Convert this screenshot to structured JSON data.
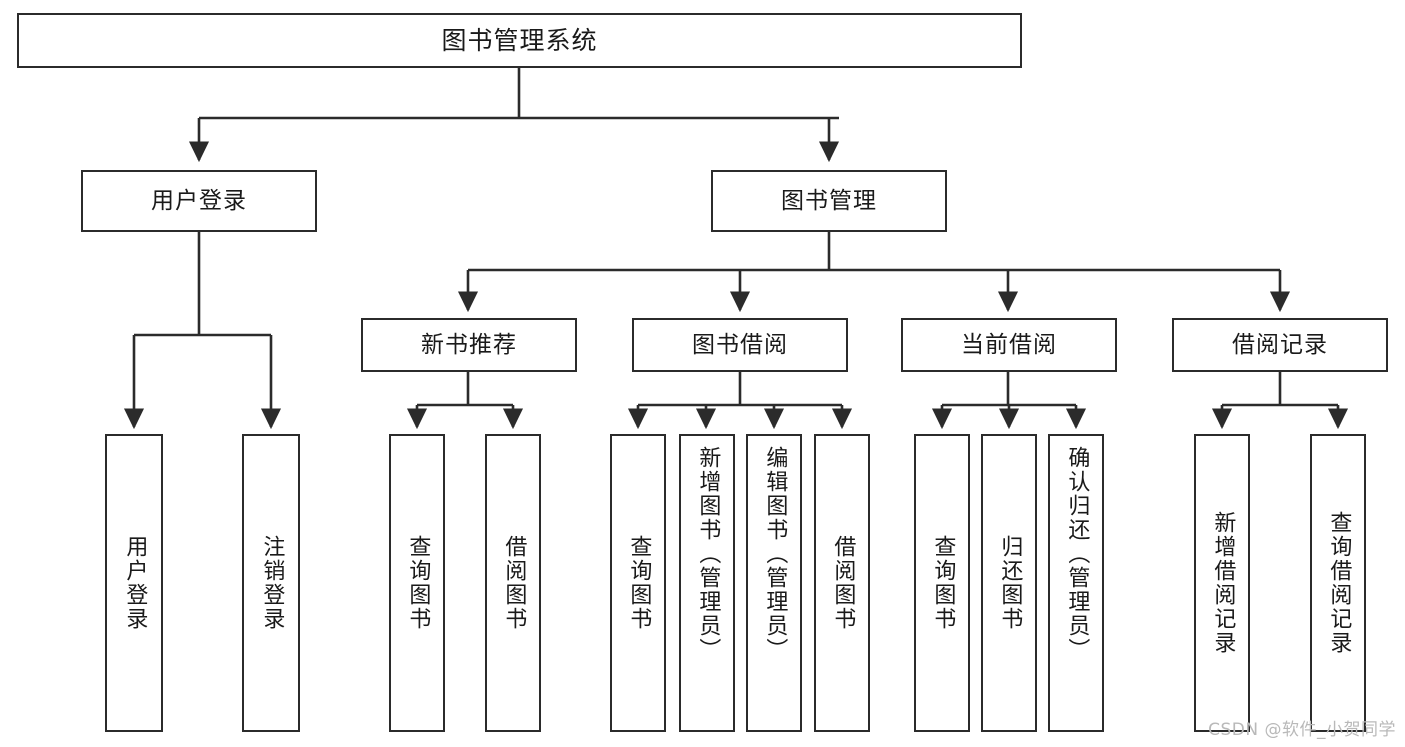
{
  "diagram": {
    "type": "tree-hierarchy",
    "title": "图书管理系统",
    "watermark": "CSDN @软件_小贺同学",
    "colors": {
      "box_border": "#2b2b2b",
      "box_fill": "#ffffff",
      "edge": "#2b2b2b",
      "text": "#1a1a1a",
      "watermark": "#b9b9b9",
      "background": "#ffffff"
    },
    "levels": [
      {
        "level": 1,
        "nodes": [
          {
            "id": "root",
            "label": "图书管理系统",
            "orientation": "horizontal"
          }
        ]
      },
      {
        "level": 2,
        "nodes": [
          {
            "id": "user-login",
            "label": "用户登录",
            "orientation": "horizontal",
            "parent": "root"
          },
          {
            "id": "book-manage",
            "label": "图书管理",
            "orientation": "horizontal",
            "parent": "root"
          }
        ]
      },
      {
        "level": 3,
        "nodes": [
          {
            "id": "new-book-recommend",
            "label": "新书推荐",
            "orientation": "horizontal",
            "parent": "book-manage"
          },
          {
            "id": "book-borrow",
            "label": "图书借阅",
            "orientation": "horizontal",
            "parent": "book-manage"
          },
          {
            "id": "current-borrow",
            "label": "当前借阅",
            "orientation": "horizontal",
            "parent": "book-manage"
          },
          {
            "id": "borrow-record",
            "label": "借阅记录",
            "orientation": "horizontal",
            "parent": "book-manage"
          }
        ]
      },
      {
        "level": 4,
        "nodes": [
          {
            "id": "leaf-user-login",
            "label": "用户登录",
            "orientation": "vertical",
            "parent": "user-login"
          },
          {
            "id": "leaf-logout-login",
            "label": "注销登录",
            "orientation": "vertical",
            "parent": "user-login"
          },
          {
            "id": "leaf-query-book-1",
            "label": "查询图书",
            "orientation": "vertical",
            "parent": "new-book-recommend"
          },
          {
            "id": "leaf-borrow-book-1",
            "label": "借阅图书",
            "orientation": "vertical",
            "parent": "new-book-recommend"
          },
          {
            "id": "leaf-query-book-2",
            "label": "查询图书",
            "orientation": "vertical",
            "parent": "book-borrow"
          },
          {
            "id": "leaf-add-book",
            "label": "新增图书（管理员）",
            "orientation": "vertical",
            "parent": "book-borrow"
          },
          {
            "id": "leaf-edit-book",
            "label": "编辑图书（管理员）",
            "orientation": "vertical",
            "parent": "book-borrow"
          },
          {
            "id": "leaf-borrow-book-2",
            "label": "借阅图书",
            "orientation": "vertical",
            "parent": "book-borrow"
          },
          {
            "id": "leaf-query-book-3",
            "label": "查询图书",
            "orientation": "vertical",
            "parent": "current-borrow"
          },
          {
            "id": "leaf-return-book",
            "label": "归还图书",
            "orientation": "vertical",
            "parent": "current-borrow"
          },
          {
            "id": "leaf-confirm-return",
            "label": "确认归还（管理员）",
            "orientation": "vertical",
            "parent": "current-borrow"
          },
          {
            "id": "leaf-add-record",
            "label": "新增借阅记录",
            "orientation": "vertical",
            "parent": "borrow-record"
          },
          {
            "id": "leaf-query-record",
            "label": "查询借阅记录",
            "orientation": "vertical",
            "parent": "borrow-record"
          }
        ]
      }
    ]
  }
}
